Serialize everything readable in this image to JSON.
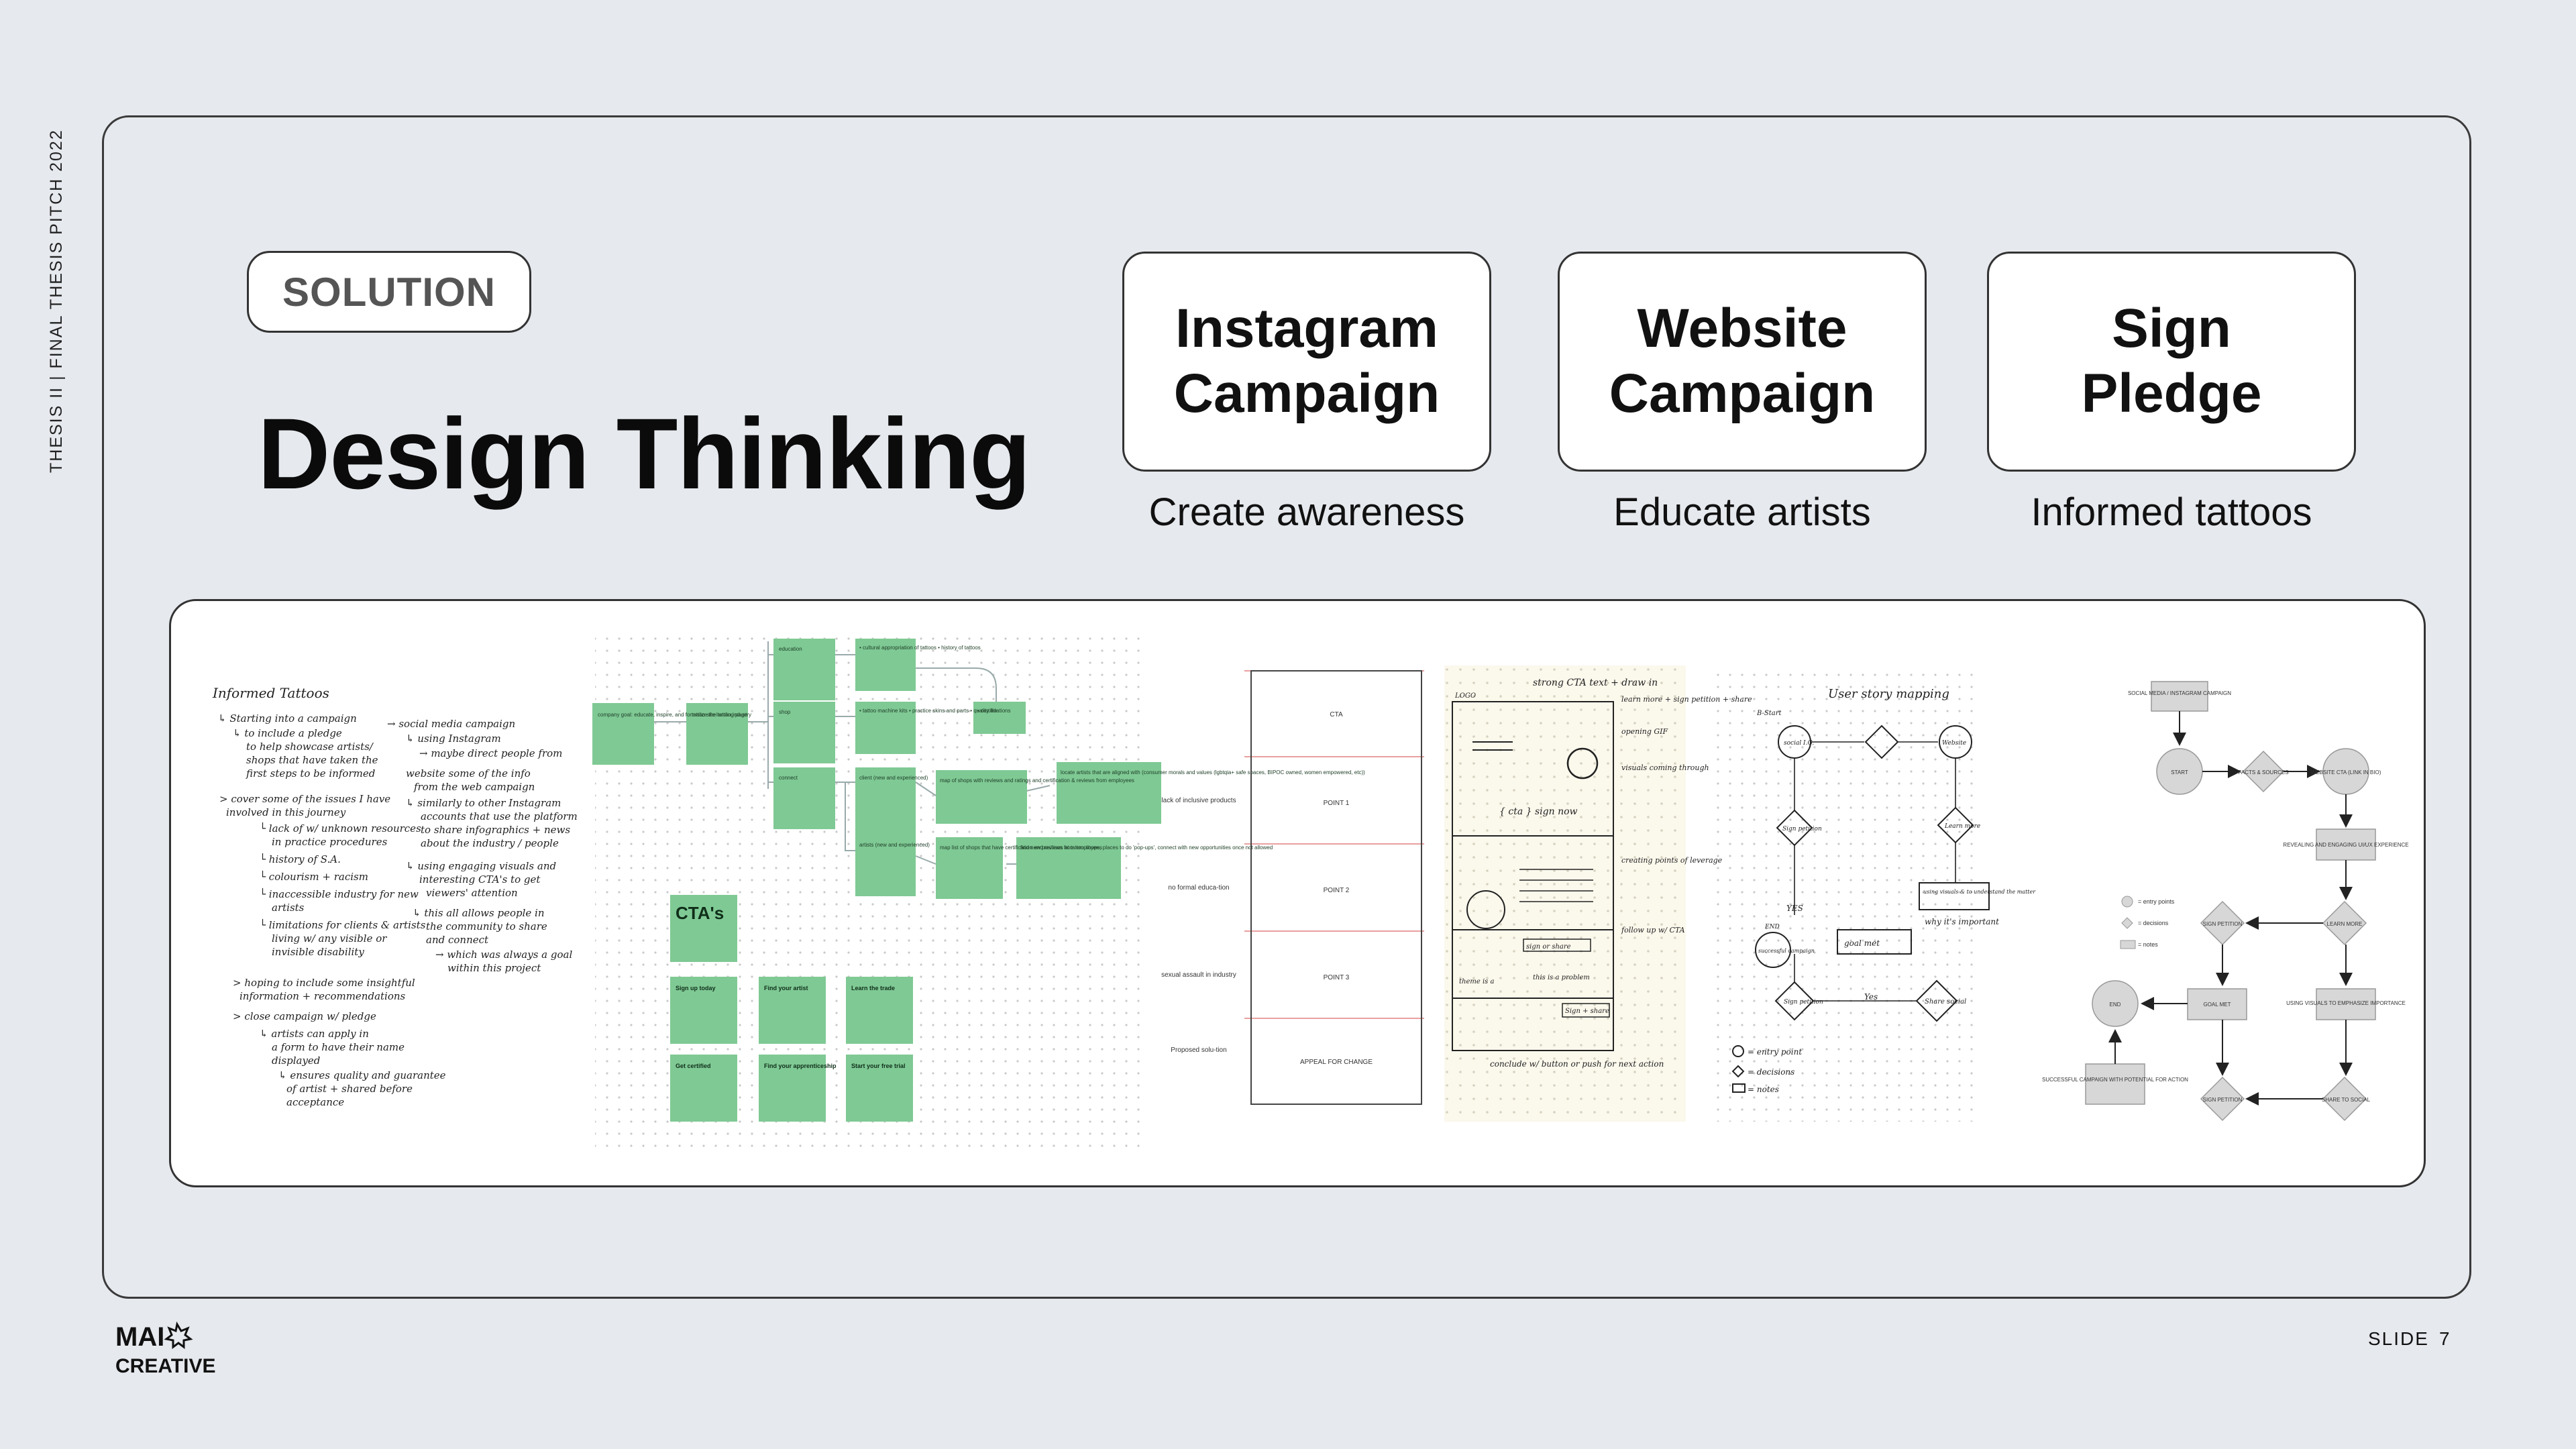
{
  "side_label": "THESIS II | FINAL THESIS PITCH 2022",
  "solution_label": "SOLUTION",
  "title": "Design Thinking",
  "cards": [
    {
      "label": "Instagram\nCampaign",
      "caption": "Create awareness"
    },
    {
      "label": "Website\nCampaign",
      "caption": "Educate artists"
    },
    {
      "label": "Sign\nPledge",
      "caption": "Informed tattoos"
    }
  ],
  "logo": {
    "line1": "MAI",
    "line2": "CREATIVE"
  },
  "slide": {
    "label": "SLIDE",
    "number": "7"
  },
  "notes": {
    "title": "Informed Tattoos",
    "col1": [
      "↳ Starting into a campaign",
      "↳ to include a pledge",
      "to help showcase artists/",
      "shops that have taken the",
      "first steps to be informed",
      "> cover some of the issues I have",
      "involved in this journey",
      "└ lack of w/ unknown resources",
      "in practice procedures",
      "└ history of S.A.",
      "└ colourism + racism",
      "└ inaccessible industry for new",
      "artists",
      "└ limitations for clients & artists",
      "living w/ any visible or",
      "invisible disability",
      "> hoping to include some insightful",
      "information + recommendations",
      "> close campaign w/ pledge",
      "↳ artists can apply in",
      "a form to have their name",
      "displayed",
      "↳ ensures quality and guarantee",
      "of artist + shared before",
      "acceptance"
    ],
    "col2": [
      "→ social media campaign",
      "↳ using Instagram",
      "→ maybe direct people from",
      "website some of the info",
      "from the web campaign",
      "↳ similarly to other Instagram",
      "accounts that use the platform",
      "to share infographics + news",
      "about the industry / people",
      "↳ using engaging visuals and",
      "interesting CTA's to get",
      "viewers' attention",
      "↳ this all allows people in",
      "the community to share",
      "and connect",
      "→ which was always a goal",
      "within this project"
    ]
  },
  "flow": {
    "start": "company goal: educate, inspire, and formalize the tattoo industry",
    "landing": "tattoo site landing page",
    "education": "education",
    "shop": "shop",
    "connect": "connect",
    "edu_items": "• cultural appropriation of tattoos • history of tattoos",
    "shop_items": "• tattoo machine kits • practice skins and parts • quality ink",
    "certifications": "• certifications",
    "clients": "client (new and experienced)",
    "artists": "artists (new and experienced)",
    "map_clients": "map of shops with reviews and ratings and certification & reviews from employees",
    "map_artists": "map list of shops that have certification and reviews from employees",
    "locate": "locate artists that are aligned with (consumer morals and values (lgbtqia+ safe spaces, BIPOC owned, women empowered, etc))",
    "find_new": "find new positions at tattoo shops, places to do 'pop-ups', connect with new opportunities once not allowed",
    "ctas_title": "CTA's",
    "ctas": [
      "Sign up today",
      "Find your artist",
      "Learn the trade",
      "Get certified",
      "Find your apprenticeship",
      "Start your free trial"
    ]
  },
  "wireframe": {
    "rows": [
      "CTA",
      "POINT 1",
      "POINT 2",
      "POINT 3",
      "APPEAL FOR CHANGE"
    ],
    "labels": [
      "lack of inclusive products",
      "no formal educa-tion",
      "sexual assault in industry",
      "Proposed solu-tion"
    ]
  },
  "sketch1": {
    "title": "strong CTA text + draw in",
    "notes": [
      "learn more + sign petition + share",
      "opening GIF",
      "visuals coming through",
      "creating points of leverage",
      "follow up w/ CTA",
      "conclude w/ button or push for next action"
    ],
    "logo_label": "LOGO",
    "mid": "{ cta } sign now",
    "sign_share": "Sign + share",
    "theme": "theme is a",
    "this_is": "this is a problem",
    "sign_or": "sign or share"
  },
  "sketch2": {
    "title": "User story mapping",
    "nodes": [
      "B-Start",
      "social I.G.",
      "Website",
      "Sign petition",
      "Learn more",
      "YES",
      "Sign petition",
      "using visuals & to understand the matter",
      "why it's important",
      "END",
      "successful campaign",
      "goal met",
      "Share social",
      "Yes"
    ],
    "legend": [
      "= entry point",
      "= decisions",
      "= notes"
    ]
  },
  "flowchart": {
    "social": "SOCIAL MEDIA / INSTAGRAM CAMPAIGN",
    "start": "START",
    "facts": "FACTS & SOURCES",
    "website": "WEBSITE CTA (LINK IN BIO)",
    "revealing": "REVEALING AND ENGAGING UI/UX EXPERIENCE",
    "learn_more": "LEARN MORE",
    "sign_petition": "SIGN PETITION",
    "goal_met": "GOAL MET",
    "end": "END",
    "using_visuals": "USING VISUALS TO EMPHASIZE IMPORTANCE",
    "share_social": "SHARE TO SOCIAL",
    "sign_petition2": "SIGN PETITION",
    "successful": "SUCCESSFUL CAMPAIGN WITH POTENTIAL FOR ACTION",
    "legend": [
      "= entry points",
      "= decisions",
      "= notes"
    ]
  }
}
